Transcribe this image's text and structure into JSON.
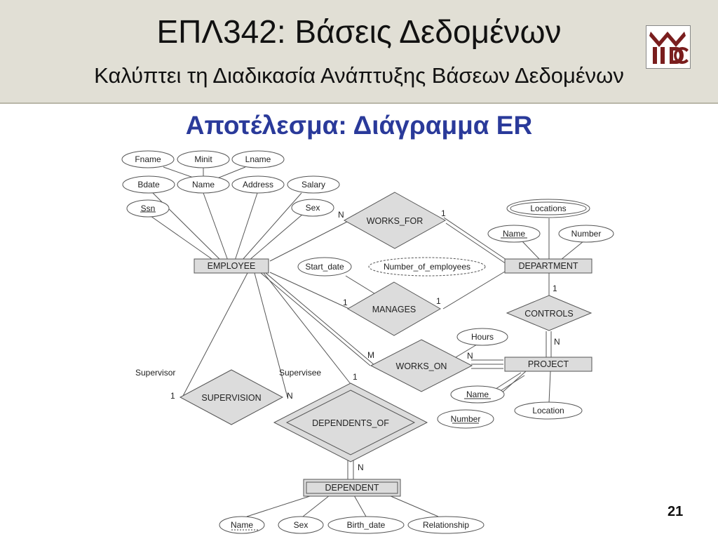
{
  "header": {
    "title": "ΕΠΛ342: Βάσεις Δεδομένων",
    "subtitle": "Καλύπτει τη Διαδικασία Ανάπτυξης Βάσεων Δεδομένων"
  },
  "slide_title": "Αποτέλεσμα: Διάγραμμα ER",
  "page_number": "21",
  "colors": {
    "header_bg": "#e1dfd5",
    "slide_title": "#2a3a9a",
    "logo": "#7a1e1e",
    "shape_fill": "#dcdcdc"
  },
  "diagram": {
    "entities": {
      "employee": "EMPLOYEE",
      "department": "DEPARTMENT",
      "project": "PROJECT",
      "dependent": "DEPENDENT"
    },
    "relationships": {
      "works_for": "WORKS_FOR",
      "manages": "MANAGES",
      "works_on": "WORKS_ON",
      "controls": "CONTROLS",
      "supervision": "SUPERVISION",
      "dependents_of": "DEPENDENTS_OF"
    },
    "attributes": {
      "fname": "Fname",
      "minit": "Minit",
      "lname": "Lname",
      "bdate": "Bdate",
      "name": "Name",
      "address": "Address",
      "salary": "Salary",
      "ssn": "Ssn",
      "sex": "Sex",
      "locations": "Locations",
      "dept_name": "Name",
      "dept_number": "Number",
      "start_date": "Start_date",
      "number_of_employees": "Number_of_employees",
      "hours": "Hours",
      "proj_name": "Name",
      "proj_number": "Number",
      "location": "Location",
      "dep_name": "Name",
      "dep_sex": "Sex",
      "birth_date": "Birth_date",
      "relationship": "Relationship"
    },
    "cardinalities": {
      "works_for_emp": "N",
      "works_for_dept": "1",
      "manages_emp": "1",
      "manages_dept": "1",
      "works_on_emp": "M",
      "works_on_proj": "N",
      "controls_dept": "1",
      "controls_proj": "N",
      "supervision_supervisor": "1",
      "supervision_supervisee": "N",
      "dependents_of_emp": "1",
      "dependents_of_dep": "N"
    },
    "roles": {
      "supervisor": "Supervisor",
      "supervisee": "Supervisee"
    }
  }
}
